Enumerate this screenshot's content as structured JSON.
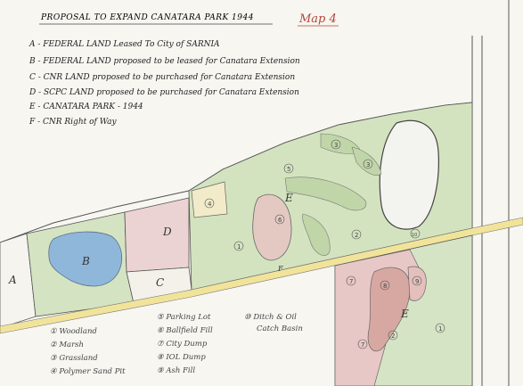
{
  "title": "PROPOSAL TO EXPAND CANATARA PARK 1944",
  "map_label": "Map 4",
  "legend": [
    "A - FEDERAL LAND Leased To City of SARNIA",
    "B - FEDERAL LAND proposed to be leased for Canatara Extension",
    "C - CNR LAND proposed to be purchased for Canatara Extension",
    "D - SCPC LAND proposed to be purchased for Canatara Extension",
    "E - CANATARA PARK - 1944",
    "F - CNR Right of Way"
  ],
  "area_letters": {
    "A": "A",
    "B": "B",
    "C": "C",
    "D": "D",
    "E": "E",
    "E2": "E",
    "F": "F"
  },
  "circle_numbers": {
    "n1a": "1",
    "n1b": "1",
    "n2a": "2",
    "n2b": "2",
    "n3": "3",
    "n4": "4",
    "n5": "5",
    "n6": "6",
    "n7a": "7",
    "n7b": "7",
    "n8": "8",
    "n9": "9",
    "n10": "10",
    "n3b": "3"
  },
  "key": {
    "col1": [
      "① Woodland",
      "② Marsh",
      "③ Grassland",
      "④ Polymer Sand Pit"
    ],
    "col2": [
      "⑤ Parking Lot",
      "⑥ Ballfield Fill",
      "⑦ City Dump",
      "⑧ IOL Dump",
      "⑨ Ash Fill"
    ],
    "col3": [
      "⑩ Ditch & Oil",
      "Catch Basin"
    ]
  },
  "colors": {
    "woodland": "#c9dcb6",
    "marsh_water": "#8fb7da",
    "dump_pink": "#e8c2c0",
    "road_yellow": "#f1e49a",
    "grass_light": "#dbe8cc",
    "outline": "#555555",
    "title_red": "#b2473b"
  }
}
